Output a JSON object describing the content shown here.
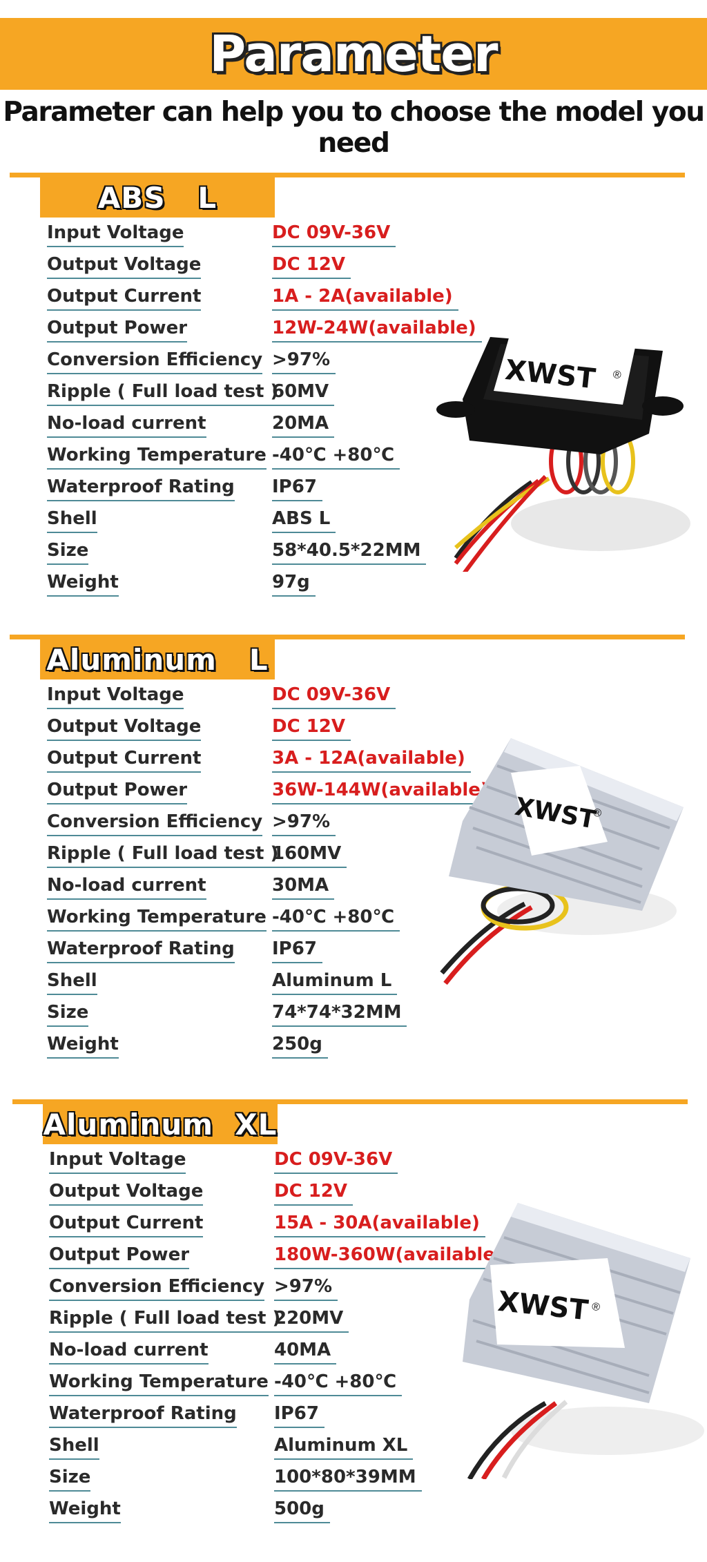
{
  "header": {
    "title": "Parameter",
    "subtitle": "Parameter can help you to choose the model you need"
  },
  "brand": "XWST",
  "brand_mark": "®",
  "colors": {
    "accent": "#f6a623",
    "highlight_value": "#d81e1e",
    "underline": "#4e8a96"
  },
  "sections": [
    {
      "title": "ABS   L",
      "rows": [
        {
          "label": "Input Voltage",
          "value": "DC 09V-36V",
          "highlight": true
        },
        {
          "label": "Output Voltage",
          "value": "DC 12V",
          "highlight": true
        },
        {
          "label": "Output Current",
          "value": "1A - 2A(available)",
          "highlight": true
        },
        {
          "label": "Output Power",
          "value": "12W-24W(available)",
          "highlight": true
        },
        {
          "label": "Conversion Efficiency",
          "value": ">97%",
          "highlight": false
        },
        {
          "label": "Ripple ( Full load test )",
          "value": "60MV",
          "highlight": false
        },
        {
          "label": "No-load current",
          "value": "20MA",
          "highlight": false
        },
        {
          "label": "Working Temperature",
          "value": "-40℃ +80℃",
          "highlight": false
        },
        {
          "label": "Waterproof Rating",
          "value": "IP67",
          "highlight": false
        },
        {
          "label": "Shell",
          "value": "ABS L",
          "highlight": false
        },
        {
          "label": "Size",
          "value": "58*40.5*22MM",
          "highlight": false
        },
        {
          "label": "Weight",
          "value": "97g",
          "highlight": false
        }
      ]
    },
    {
      "title": "Aluminum   L",
      "rows": [
        {
          "label": "Input Voltage",
          "value": "DC 09V-36V",
          "highlight": true
        },
        {
          "label": "Output Voltage",
          "value": "DC 12V",
          "highlight": true
        },
        {
          "label": "Output Current",
          "value": "3A - 12A(available)",
          "highlight": true
        },
        {
          "label": "Output Power",
          "value": "36W-144W(available)",
          "highlight": true
        },
        {
          "label": "Conversion Efficiency",
          "value": ">97%",
          "highlight": false
        },
        {
          "label": "Ripple ( Full load test )",
          "value": "160MV",
          "highlight": false
        },
        {
          "label": "No-load current",
          "value": "30MA",
          "highlight": false
        },
        {
          "label": "Working Temperature",
          "value": "-40℃ +80℃",
          "highlight": false
        },
        {
          "label": "Waterproof Rating",
          "value": "IP67",
          "highlight": false
        },
        {
          "label": "Shell",
          "value": "Aluminum  L",
          "highlight": false
        },
        {
          "label": "Size",
          "value": "74*74*32MM",
          "highlight": false
        },
        {
          "label": "Weight",
          "value": "250g",
          "highlight": false
        }
      ]
    },
    {
      "title": "Aluminum  XL",
      "rows": [
        {
          "label": "Input Voltage",
          "value": "DC 09V-36V",
          "highlight": true
        },
        {
          "label": "Output Voltage",
          "value": "DC 12V",
          "highlight": true
        },
        {
          "label": "Output Current",
          "value": "15A - 30A(available)",
          "highlight": true
        },
        {
          "label": "Output Power",
          "value": "180W-360W(available)",
          "highlight": true
        },
        {
          "label": "Conversion Efficiency",
          "value": ">97%",
          "highlight": false
        },
        {
          "label": "Ripple ( Full load test )",
          "value": "220MV",
          "highlight": false
        },
        {
          "label": "No-load current",
          "value": "40MA",
          "highlight": false
        },
        {
          "label": "Working Temperature",
          "value": "-40℃ +80℃",
          "highlight": false
        },
        {
          "label": "Waterproof Rating",
          "value": "IP67",
          "highlight": false
        },
        {
          "label": "Shell",
          "value": "Aluminum  XL",
          "highlight": false
        },
        {
          "label": "Size",
          "value": "100*80*39MM",
          "highlight": false
        },
        {
          "label": "Weight",
          "value": "500g",
          "highlight": false
        }
      ]
    }
  ]
}
